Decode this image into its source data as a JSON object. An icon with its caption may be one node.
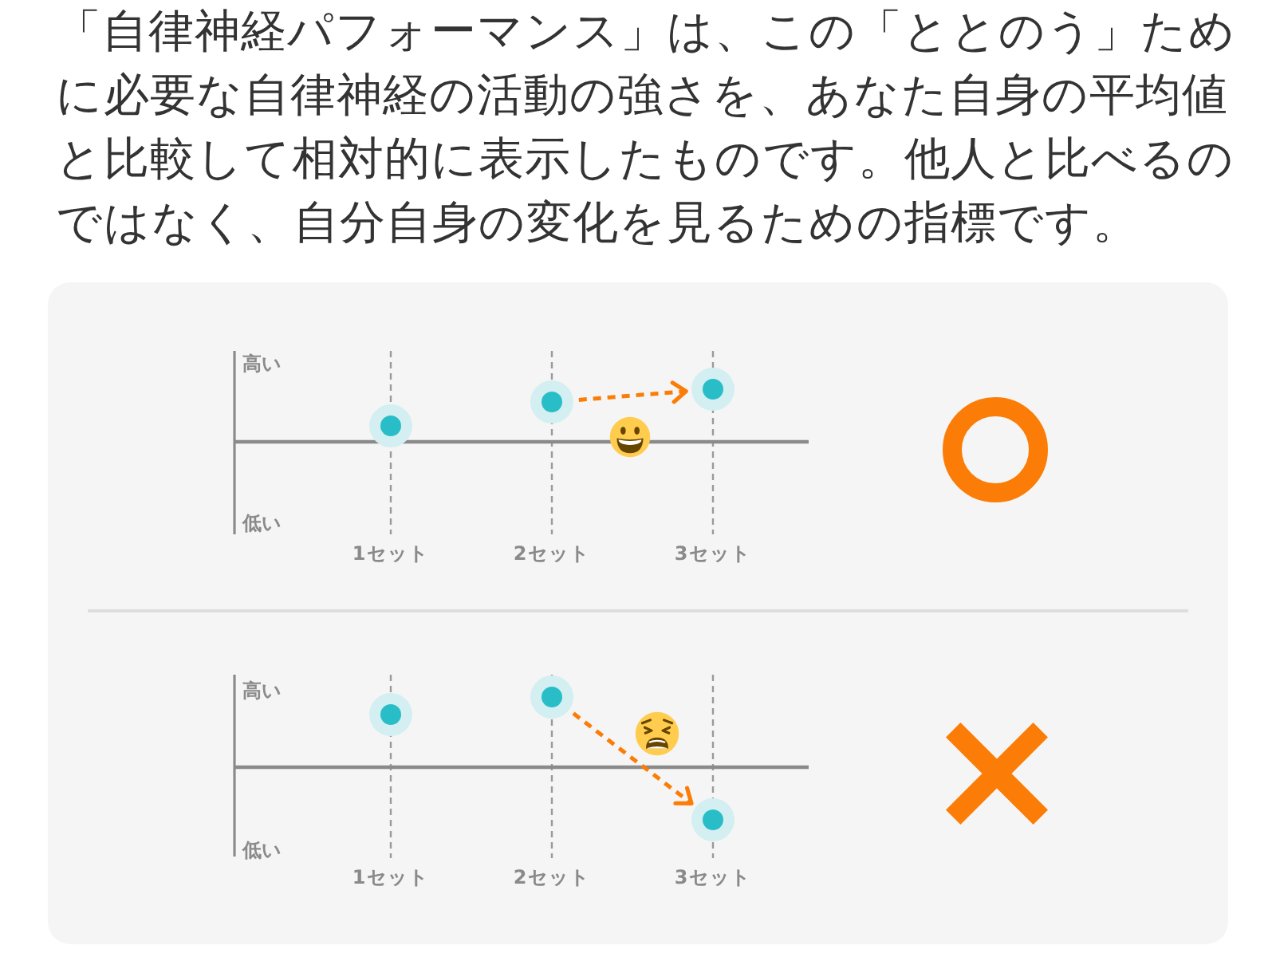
{
  "diagram": {
    "nodes": [
      {
        "text": [],
        "shape": "circle"
      },
      {
        "text": [],
        "shape": "circle"
      },
      {
        "text": [],
        "shape": "circle"
      },
      {
        "text": [],
        "shape": "circle"
      },
      {
        "text": [],
        "shape": "circle"
      },
      {
        "text": [],
        "shape": "circle"
      }
    ],
    "edges": [
      {
        "from": 1,
        "to": 2,
        "arrow": "to",
        "style": "dashed"
      },
      {
        "from": 4,
        "to": 5,
        "arrow": "to",
        "style": "dashed"
      }
    ],
    "labels": [
      "「自律神経パフォーマンス」は、この「ととのう」ために必要な自律神経の活動の強さを、あなた自身の平均値と比較して相対的に表示したものです。他人と比べるのではなく、自分自身の変化を見るための指標です。",
      "高い",
      "低い",
      "1セット",
      "2セット",
      "3セット",
      "高い",
      "低い",
      "1セット",
      "2セット",
      "3セット"
    ]
  }
}
